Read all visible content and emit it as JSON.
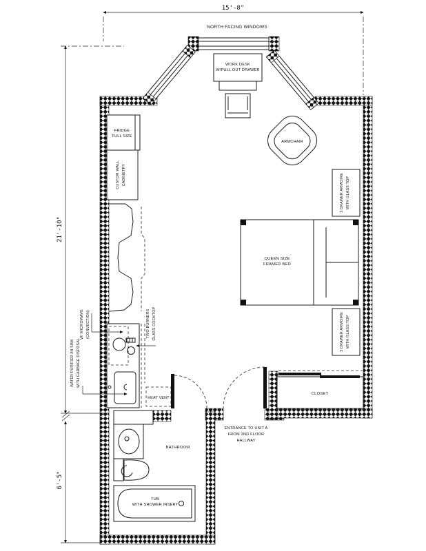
{
  "drawing": {
    "type": "apartment floor plan",
    "colors": {
      "line": "#1a1a1a",
      "wall_hatch": "#111111",
      "background": "#ffffff"
    }
  },
  "dimensions": {
    "top": "15'-8\"",
    "left_upper": "21'-10\"",
    "left_lower": "6'-5\""
  },
  "labels": {
    "north_windows": "NORTH FACING WINDOWS",
    "work_desk": [
      "WORK DESK",
      "W/PULL OUT DRAWER"
    ],
    "armchair": "ARMCHAIR",
    "armoire_upper": [
      "3 DRAWER ARMOIRE",
      "WITH GLASS TOP"
    ],
    "armoire_lower": [
      "3 DRAWER ARMOIRE",
      "WITH GLASS TOP"
    ],
    "bed": [
      "QUEEN SIZE",
      "FRAMED BED"
    ],
    "closet": "CLOSET",
    "fridge": [
      "FRIDGE",
      "FULL SIZE"
    ],
    "cabinetry": [
      "CUSTOM WALL",
      "CABINETRY"
    ],
    "microwave": [
      "W/ MICROWAVE",
      "(CONVECTION)"
    ],
    "water_purifier": [
      "WATER PURIFIER /IN SINK",
      "WITH GARBAGE DISPOSAL"
    ],
    "cooktop": [
      "TWO BURNERS",
      "GLASS COOKTOP"
    ],
    "heat_vent": "HEAT VENT",
    "bathroom": "BATHROOM",
    "tub": [
      "TUB",
      "WITH SHOWER INSERT"
    ],
    "entrance": [
      "ENTRANCE TO UNIT A",
      "FROM 2ND FLOOR",
      "HALLWAY"
    ]
  }
}
